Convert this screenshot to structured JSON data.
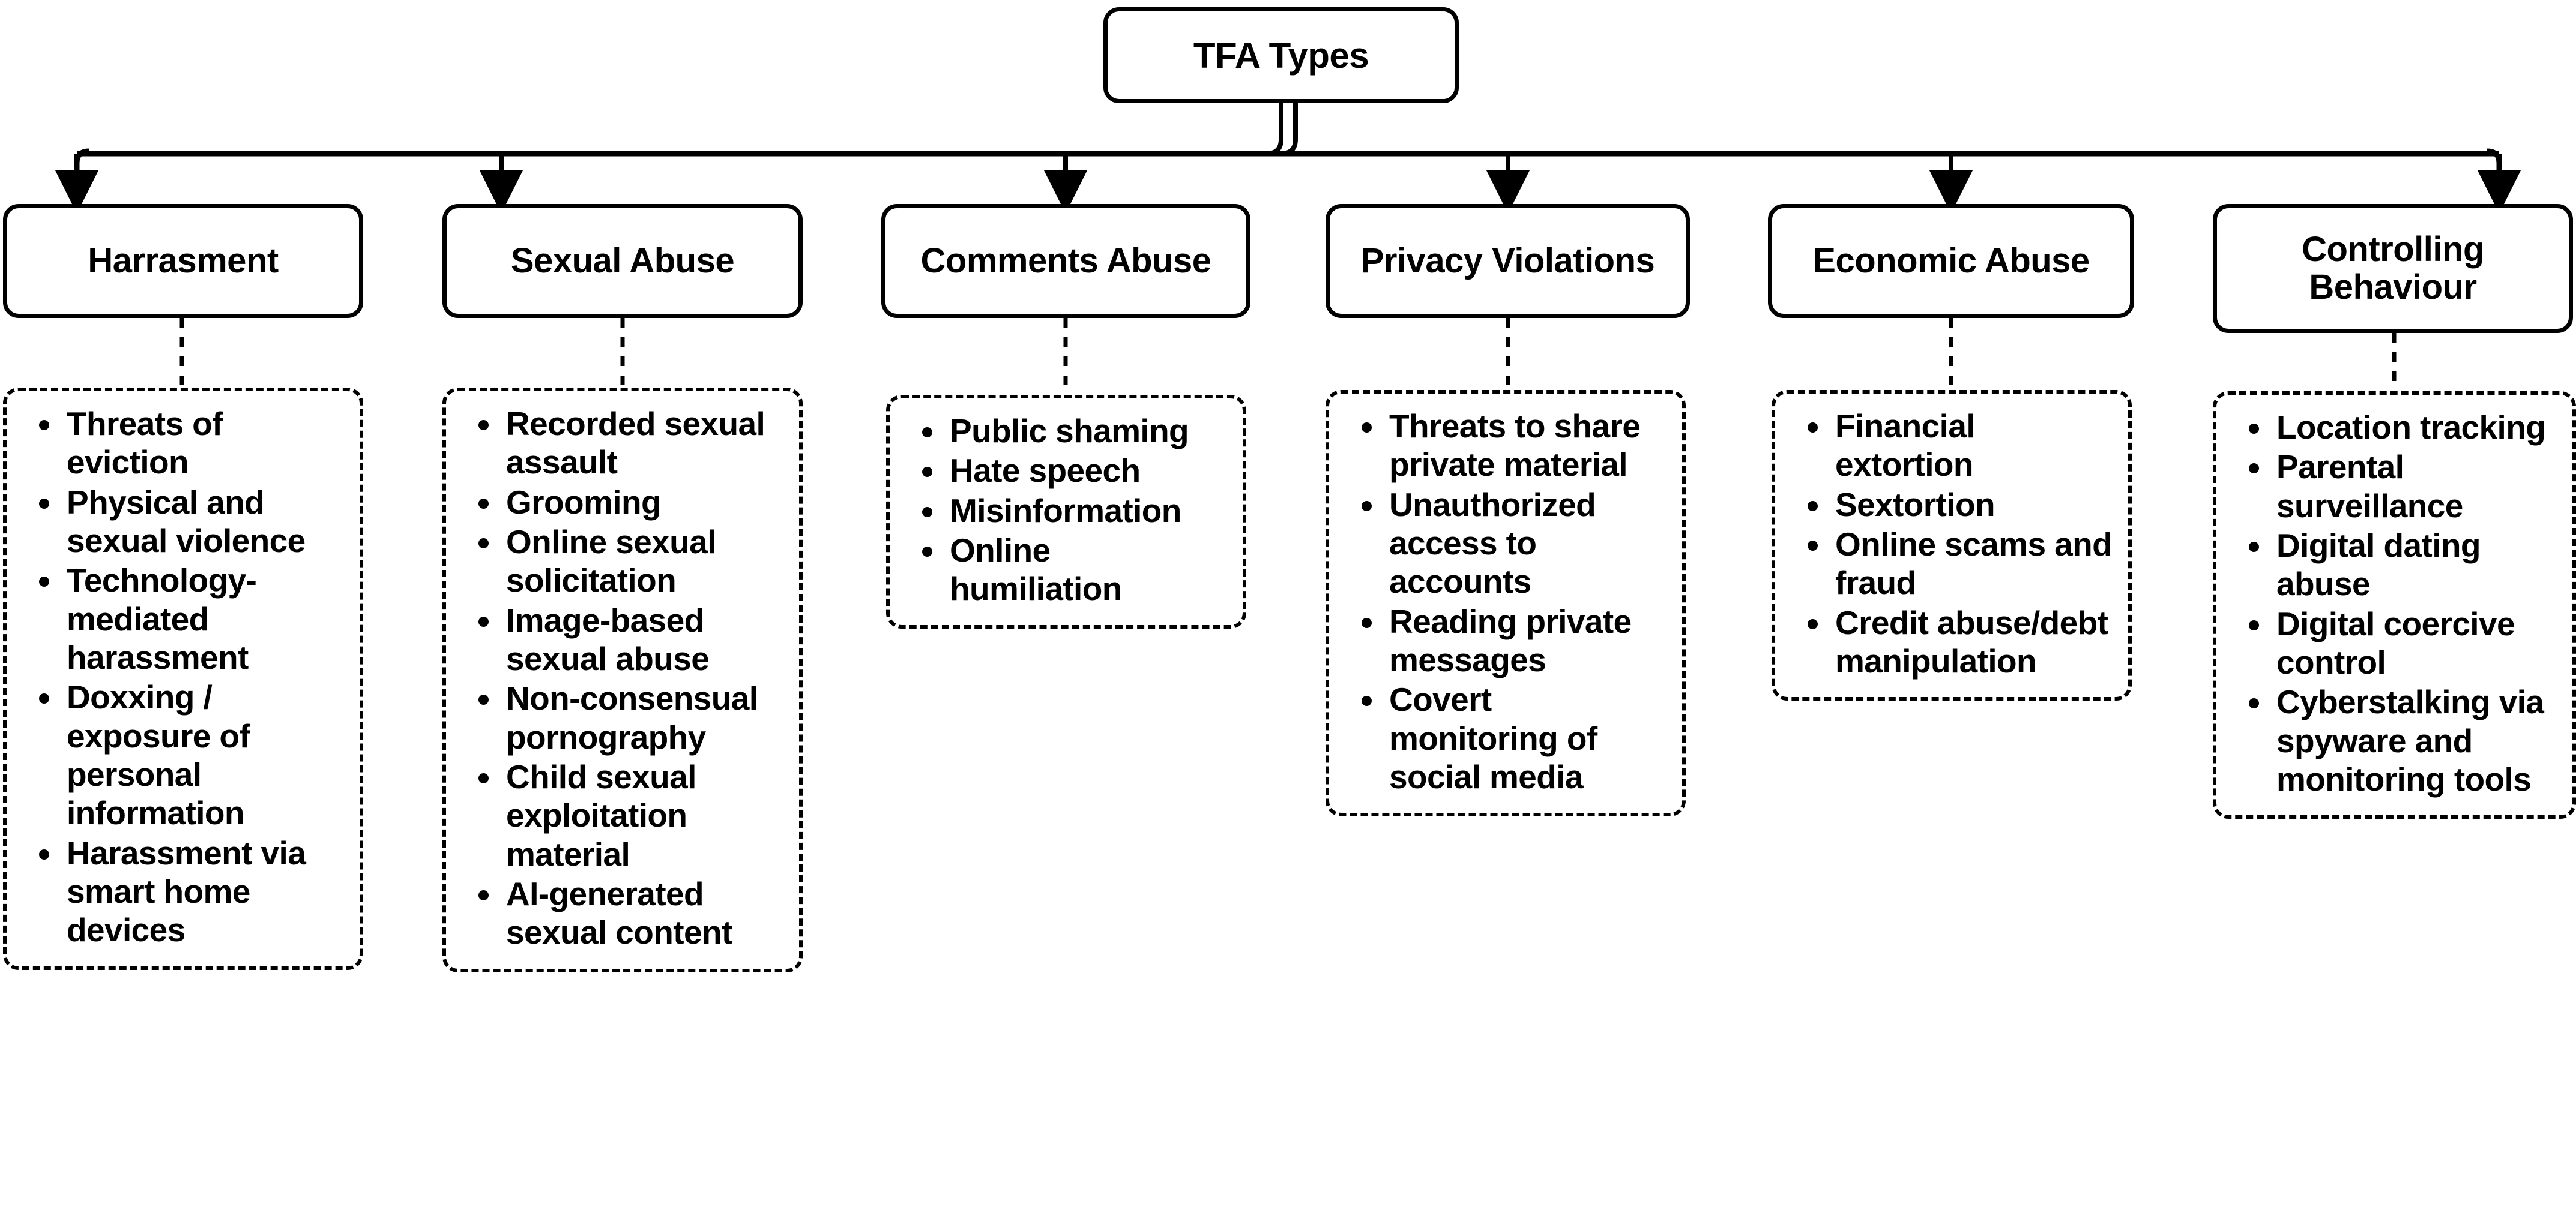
{
  "diagram": {
    "root": {
      "label": "TFA Types"
    },
    "categories": [
      {
        "label": "Harrasment",
        "items": [
          "Threats of eviction",
          "Physical and sexual violence",
          "Technology-mediated harassment",
          "Doxxing / exposure of personal information",
          "Harassment via smart home devices"
        ]
      },
      {
        "label": "Sexual Abuse",
        "items": [
          "Recorded sexual assault",
          "Grooming",
          "Online sexual solicitation",
          "Image-based sexual abuse",
          "Non-consensual pornography",
          "Child sexual exploitation material",
          "AI-generated sexual content"
        ]
      },
      {
        "label": "Comments Abuse",
        "items": [
          "Public shaming",
          "Hate speech",
          "Misinformation",
          "Online humiliation"
        ]
      },
      {
        "label": "Privacy Violations",
        "items": [
          "Threats to share private material",
          "Unauthorized access to accounts",
          "Reading private messages",
          "Covert monitoring of social media"
        ]
      },
      {
        "label": "Economic Abuse",
        "items": [
          "Financial extortion",
          "Sextortion",
          "Online scams and fraud",
          "Credit abuse/debt manipulation"
        ]
      },
      {
        "label": "Controlling\nBehaviour",
        "items": [
          "Location tracking",
          "Parental surveillance",
          "Digital dating abuse",
          "Digital coercive control",
          "Cyberstalking via spyware and monitoring tools"
        ]
      }
    ],
    "colors": {
      "stroke": "#000000",
      "background": "#ffffff"
    }
  }
}
